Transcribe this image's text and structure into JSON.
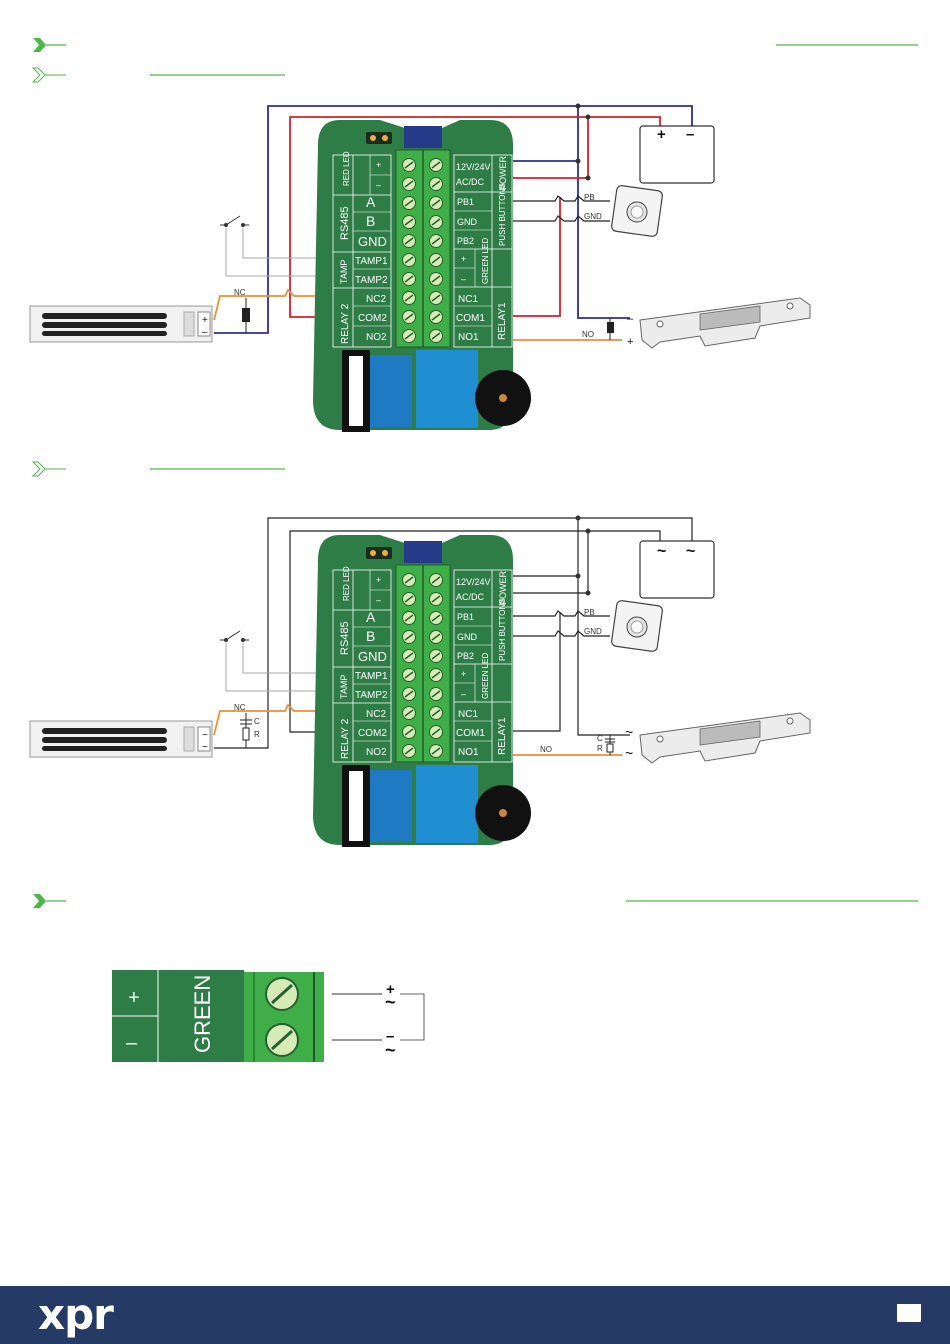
{
  "board": {
    "red_led": "RED LED",
    "plus": "+",
    "minus": "–",
    "rs485": "RS485",
    "a": "A",
    "b": "B",
    "gnd": "GND",
    "tamp": "TAMP",
    "tamp1": "TAMP1",
    "tamp2": "TAMP2",
    "relay2": "RELAY 2",
    "nc2": "NC2",
    "com2": "COM2",
    "no2": "NO2",
    "v12": "12V/24V",
    "acdc": "AC/DC",
    "power": "POWER",
    "pb1": "PB1",
    "gnd_r": "GND",
    "pb2": "PB2",
    "push_button": "PUSH BUTTONS",
    "green_led": "GREEN LED",
    "nc1": "NC1",
    "com1": "COM1",
    "no1": "NO1",
    "relay1": "RELAY1"
  },
  "wiring_labels": {
    "pb": "PB",
    "gnd": "GND",
    "nc": "NC",
    "no": "NO",
    "c": "C",
    "r": "R",
    "plus": "+",
    "minus": "–",
    "ac": "~"
  },
  "power_supply": {
    "dc": [
      "+",
      "–"
    ],
    "ac": [
      "~",
      "~"
    ]
  },
  "led_block": {
    "plus": "+",
    "minus": "–",
    "label": "GREEN LED",
    "out_plus": "+",
    "out_minus": "–",
    "tilde": "~"
  },
  "colors": {
    "board_green": "#2e7d46",
    "terminal_green": "#3fae49",
    "blue_wire": "#2b2f8f",
    "red_wire": "#d32027",
    "orange_wire": "#e8913a",
    "footer": "#263a66",
    "arrow_green": "#4db84a"
  },
  "footer": {
    "logo": "xpr"
  }
}
